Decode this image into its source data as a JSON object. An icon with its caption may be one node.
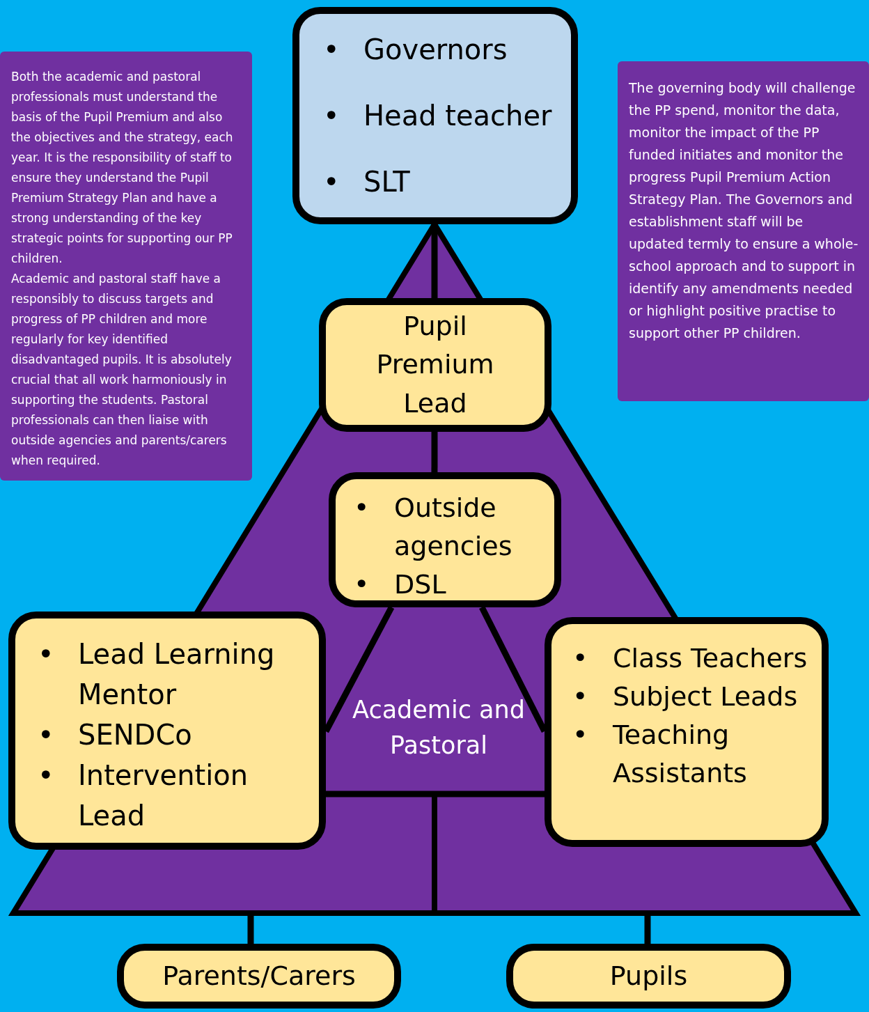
{
  "diagram": {
    "nodes": [
      {
        "text": [
          "Both the academic and pastoral professionals must understand the basis of the Pupil Premium and also the objectives and the strategy, each year. It is the responsibility of staff to ensure they understand the Pupil Premium Strategy Plan and have a strong understanding of the key strategic points for supporting our PP children.",
          "Academic and pastoral staff have a responsibly to discuss targets and progress of PP children and more regularly for key identified disadvantaged pupils. It is absolutely crucial that all work harmoniously in supporting the students. Pastoral professionals can then liaise with outside agencies and parents/carers when required."
        ]
      },
      {
        "text": [
          "•\tGovernors",
          "•\tHead teacher",
          "•\tSLT"
        ]
      },
      {
        "text": [
          "The governing body will challenge the PP spend, monitor the data, monitor the impact of the PP funded initiates and monitor the progress Pupil Premium Action Strategy Plan. The Governors and establishment staff will be updated termly to ensure a whole-school approach and to support in identify any amendments needed or highlight positive practise to support other PP children."
        ]
      },
      {
        "text": [
          "Pupil Premium Lead"
        ]
      },
      {
        "text": [
          "•\tOutside agencies",
          "•\tDSL"
        ]
      },
      {
        "text": [
          "•\tLead Learning Mentor",
          "•\tSENDCo",
          "•\tIntervention Lead"
        ]
      },
      {
        "text": [
          "•\tClass Teachers",
          "•\tSubject Leads",
          "•\tTeaching Assistants"
        ]
      },
      {
        "text": [
          "Parents/Carers"
        ]
      },
      {
        "text": [
          "Pupils"
        ]
      }
    ],
    "edges": [
      {
        "from": 1,
        "to": 3,
        "arrow": "none"
      },
      {
        "from": 3,
        "to": 4,
        "arrow": "none"
      },
      {
        "from": 4,
        "to": 5,
        "arrow": "none"
      },
      {
        "from": 4,
        "to": 6,
        "arrow": "none"
      },
      {
        "from": 5,
        "to": 6,
        "arrow": "none"
      }
    ],
    "labels": [
      "Academic and Pastoral"
    ]
  }
}
